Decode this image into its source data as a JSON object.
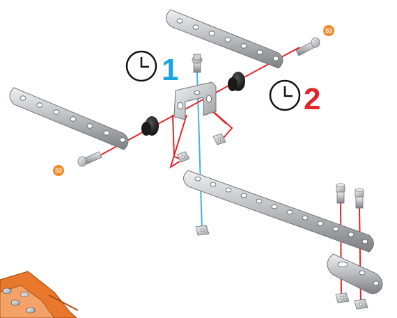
{
  "steps": [
    {
      "label": "1",
      "color": "#1aa6e0"
    },
    {
      "label": "2",
      "color": "#e0262b"
    }
  ],
  "badges": [
    {
      "label": "S3",
      "color": "#f08a2a"
    },
    {
      "label": "S3",
      "color": "#f08a2a"
    }
  ],
  "colors": {
    "metal_light": "#d9dadc",
    "metal_dark": "#8b8c90",
    "blue_guide": "#3cb3e6",
    "red_guide": "#e0262b",
    "orange_part": "#e8782c"
  }
}
